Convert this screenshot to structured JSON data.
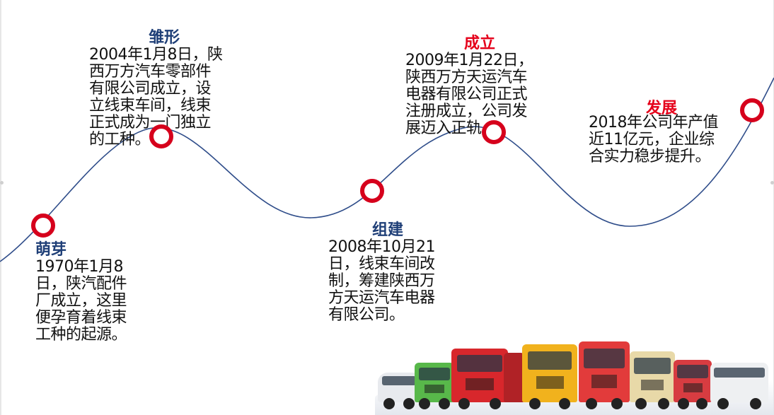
{
  "milestones": [
    {
      "id": "mengya",
      "title": "萌芽",
      "title_color": "#1f3f77",
      "lines": [
        "1970年1月8",
        "日，陕汽配件",
        "厂成立，这里",
        "便孕育着线束",
        "工种的起源。"
      ]
    },
    {
      "id": "chuxing",
      "title": "雏形",
      "title_color": "#1f3f77",
      "lines": [
        "2004年1月8日，陕",
        "西万方汽车零部件",
        "有限公司成立，设",
        "立线束车间，线束",
        "正式成为一门独立",
        "的工种。"
      ]
    },
    {
      "id": "zujian",
      "title": "组建",
      "title_color": "#1f3f77",
      "lines": [
        "2008年10月21",
        "日，线束车间改",
        "制，筹建陕西万",
        "方天运汽车电器",
        "有限公司。"
      ]
    },
    {
      "id": "chengli",
      "title": "成立",
      "title_color": "#e5001a",
      "lines": [
        "2009年1月22日，",
        "陕西万方天运汽车",
        "电器有限公司正式",
        "注册成立，公司发",
        "展迈入正轨。"
      ]
    },
    {
      "id": "fazhan",
      "title": "发展",
      "title_color": "#e5001a",
      "lines": [
        "2018年公司年产值",
        "近11亿元，企业综",
        "合实力稳步提升。"
      ]
    }
  ],
  "colors": {
    "curve": "#2f4d8a",
    "node": "#d6001c"
  },
  "illustration": {
    "name": "truck-lineup-image"
  }
}
